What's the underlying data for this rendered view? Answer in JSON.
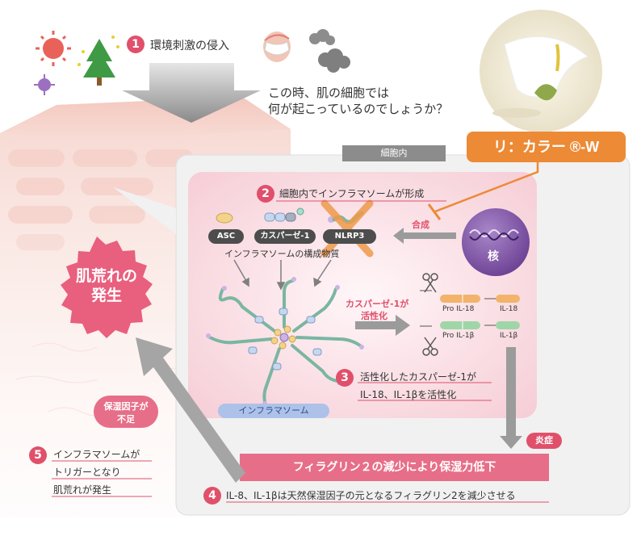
{
  "colors": {
    "accent": "#e0506a",
    "orange": "#ec8a36",
    "pink": "#f9dfe4",
    "nucleus": "#7a4fa0",
    "arrow": "#9b9b9b"
  },
  "step1": {
    "num": "1",
    "label": "環境刺激の侵入"
  },
  "question": {
    "line1": "この時、肌の細胞では",
    "line2": "何が起こっているのでしょうか？"
  },
  "product": {
    "label": "リ：カラー ®-W"
  },
  "cell_badge": "細胞内",
  "step2": {
    "num": "2",
    "label": "細胞内でインフラマソームが形成"
  },
  "components": {
    "asc": "ASC",
    "caspase": "カスパーゼ-1",
    "nlrp": "NLRP3",
    "caption": "インフラマソームの構成物質"
  },
  "synthesis": "合成",
  "nucleus": "核",
  "inflammasome_label": "インフラマソーム",
  "caspase_active": {
    "line1": "カスパーゼ-1が",
    "line2": "活性化"
  },
  "cytokines": {
    "pro18": "Pro IL-18",
    "pro1b": "Pro IL-1β",
    "il18": "IL-18",
    "il1b": "IL-1β"
  },
  "step3": {
    "num": "3",
    "line1": "活性化したカスパーゼ-1が",
    "line2": "IL-18、IL-1βを活性化"
  },
  "inflammation": "炎症",
  "filaggrin": "フィラグリン２の減少により保湿力低下",
  "step4": {
    "num": "4",
    "label": "IL-8、IL-1βは天然保湿因子の元となるフィラグリン2を減少させる"
  },
  "step5": {
    "num": "5",
    "line1": "インフラマソームが",
    "line2": "トリガーとなり",
    "line3": "肌荒れが発生"
  },
  "nmf_badge": {
    "line1": "保湿因子が",
    "line2": "不足"
  },
  "skin_trouble": {
    "line1": "肌荒れの",
    "line2": "発生"
  }
}
